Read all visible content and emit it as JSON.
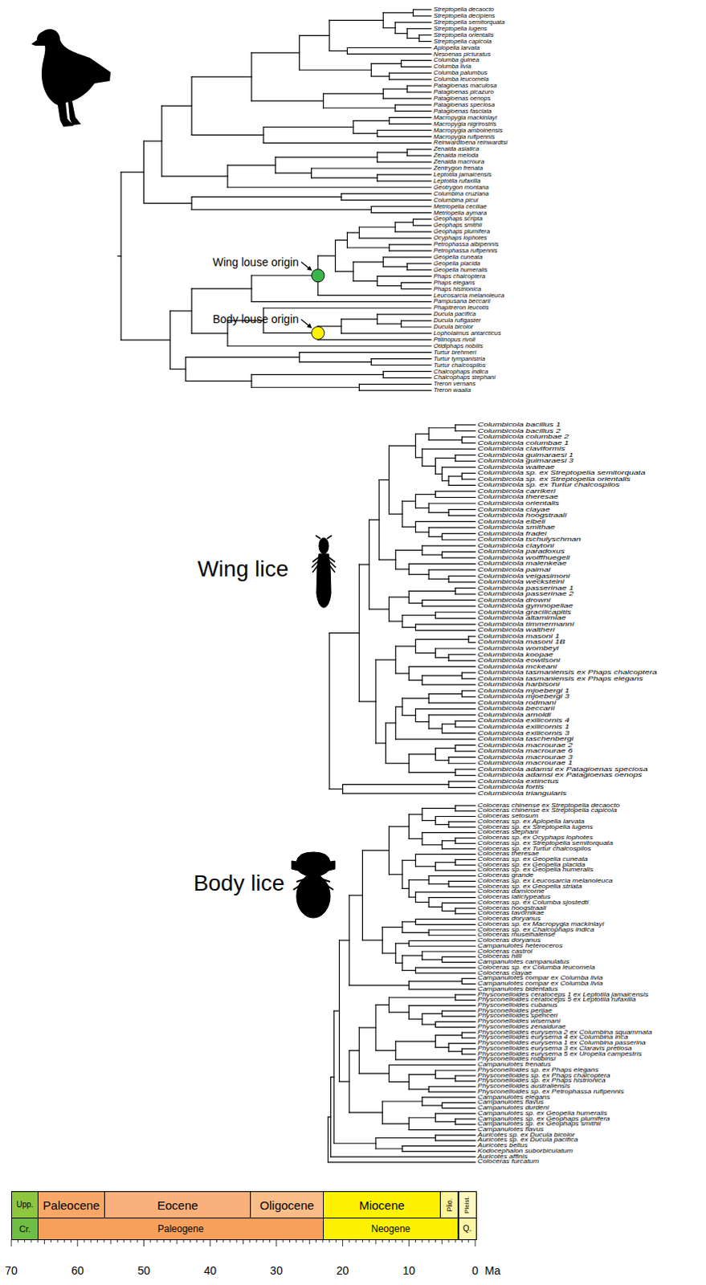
{
  "diagram": {
    "nodes": [
      {
        "text": [
          "Upp."
        ]
      },
      {
        "text": [
          "Paleocene"
        ]
      },
      {
        "text": [
          "Eocene"
        ]
      },
      {
        "text": [
          "Oligocene"
        ]
      },
      {
        "text": [
          "Miocene"
        ]
      },
      {
        "text": [
          "Plio."
        ]
      },
      {
        "text": [
          "Pleist."
        ]
      },
      {
        "text": [
          "Cr."
        ]
      },
      {
        "text": [
          "Paleogene"
        ]
      },
      {
        "text": [
          "Neogene"
        ]
      },
      {
        "text": [
          "Q."
        ]
      }
    ],
    "labels": [
      "Wing louse origin",
      "Body louse origin",
      "Streptopelia decaocto",
      "Streptopelia decipiens",
      "Streptopelia semitorquata",
      "Streptopelia lugens",
      "Streptopelia orientalis",
      "Streptopelia capicola",
      "Aplopelia larvata",
      "Nesoenas picturatus",
      "Columba guinea",
      "Columba livia",
      "Columba palumbus",
      "Columba leucomela",
      "Patagioenas maculosa",
      "Patagioenas picazuro",
      "Patagioenas oenops",
      "Patagioenas speciosa",
      "Patagioenas fasciata",
      "Macropygia mackinlayi",
      "Macropygia nigrirostris",
      "Macropygia amboinensis",
      "Macropygia rufipennis",
      "Reinwardtoena reinwardtsi",
      "Zenaida asiatica",
      "Zenaida meloda",
      "Zenaida macroura",
      "Zentrygon frenata",
      "Leptotila jamaicensis",
      "Leptotila rufaxilla",
      "Geotrygon montana",
      "Columbina cruziana",
      "Columbina picui",
      "Metriopelia ceciliae",
      "Metriopelia aymara",
      "Geophaps scripta",
      "Geophaps smithii",
      "Geophaps plumifera",
      "Ocyphaps lophotes",
      "Petrophassa albipennis",
      "Petrophassa rufipennis",
      "Geopelia cuneata",
      "Geopelia placida",
      "Geopelia humeralis",
      "Phaps chalcoptera",
      "Phaps elegans",
      "Phaps histrionica",
      "Leucosarcia melanoleuca",
      "Pampusana beccarii",
      "Phapitreron leucotis",
      "Ducula pacifica",
      "Ducula rufigaster",
      "Ducula bicolor",
      "Lopholaimus antarcticus",
      "Ptilinopus rivoli",
      "Otidiphaps nobilis",
      "Turtur brehmeri",
      "Turtur tympanistria",
      "Turtur chalcospilos",
      "Chalcophaps indica",
      "Chalcophaps stephani",
      "Treron vernans",
      "Treron waalia",
      "Wing lice",
      "Columbicola bacillus 1",
      "Columbicola bacillus 2",
      "Columbicola columbae 2",
      "Columbicola columbae 1",
      "Columbicola claviformis",
      "Columbicola guimaraesi 1",
      "Columbicola guimaraesi 3",
      "Columbicola waiteae",
      "Columbicola sp. ex Streptopelia semitorquata",
      "Columbicola sp. ex Streptopelia orientalis",
      "Columbicola sp. ex Turtur chalcospilos",
      "Columbicola carrikeri",
      "Columbicola theresae",
      "Columbicola orientalis",
      "Columbicola clayae",
      "Columbicola hoogstraali",
      "Columbicola elbeli",
      "Columbicola smithae",
      "Columbicola fradei",
      "Columbicola tschulyschman",
      "Columbicola claytoni",
      "Columbicola paradoxus",
      "Columbicola wolffhuegeli",
      "Columbicola malenkeae",
      "Columbicola paimai",
      "Columbicola veigasimoni",
      "Columbicola wecksteini",
      "Columbicola passerinae 1",
      "Columbicola passerinae 2",
      "Columbicola drowni",
      "Columbicola gymnopeliae",
      "Columbicola gracilicapitis",
      "Columbicola altamimiae",
      "Columbicola timmermanni",
      "Columbicola waltheri",
      "Columbicola masoni 1",
      "Columbicola masoni 1B",
      "Columbicola wombeyi",
      "Columbicola koopae",
      "Columbicola eowilsoni",
      "Columbicola mckeani",
      "Columbicola tasmaniensis ex Phaps chalcoptera",
      "Columbicola tasmaniensis ex Phaps elegans",
      "Columbicola harbisoni",
      "Columbicola mjoebergi 1",
      "Columbicola mjoebergi 3",
      "Columbicola rodmani",
      "Columbicola beccarii",
      "Columbicola arnoldi",
      "Columbicola exilicornis 4",
      "Columbicola exilicornis 1",
      "Columbicola exilicornis 3",
      "Columbicola taschenbergi",
      "Columbicola macrourae 2",
      "Columbicola macrourae 6",
      "Columbicola macrourae 3",
      "Columbicola macrourae 1",
      "Columbicola adamsi ex Patagioenas speciosa",
      "Columbicola adamsi ex Patagioenas oenops",
      "Columbicola extinctus",
      "Columbicola fortis",
      "Columbicola triangularis",
      "Body lice",
      "Coloceras chinense ex Streptopelia decaocto",
      "Coloceras chinense ex Streptopelia capicola",
      "Coloceras setosum",
      "Coloceras sp. ex Aplopelia larvata",
      "Coloceras sp. ex Streptopelia lugens",
      "Coloceras stephani",
      "Coloceras sp. ex Ocyphaps lophotes",
      "Coloceras sp. ex Streptopelia semitorquata",
      "Coloceras sp. ex Turtur chalcospilos",
      "Coloceras theresae",
      "Coloceras sp. ex Geopelia cuneata",
      "Coloceras sp. ex Geopelia placida",
      "Coloceras sp. ex Geopelia humeralis",
      "Coloceras grande",
      "Coloceras sp. ex Leucosarcia melanoleuca",
      "Coloceras sp. ex Geopelia striata",
      "Coloceras damicorne",
      "Coloceras laticlypeatus",
      "Coloceras sp. ex Columba sjostedti",
      "Coloceras hoogstraali",
      "Coloceras tavornikae",
      "Coloceras doryanus",
      "Coloceras sp. ex Macropygia mackinlayi",
      "Coloceras sp. ex Chalcophaps indica",
      "Coloceras museihalense",
      "Coloceras doryanus",
      "Campanulotes heteroceros",
      "Coloceras castroi",
      "Coloceras hilli",
      "Campanulotes campanulatus",
      "Coloceras sp. ex Columba leucomela",
      "Coloceras clayae",
      "Campanulotes compar ex Columba livia",
      "Campanulotes compar ex Columba livia",
      "Campanulotes bidentatus",
      "Physconelloides ceratoceps 1 ex Leptotila jamaicensis",
      "Physconelloides ceratoceps 5 ex Leptotila rufaxilla",
      "Physconelloides cubanus",
      "Physconelloides perijae",
      "Physconelloides spenceri",
      "Physconelloides wisemani",
      "Physconelloides zenaidurae",
      "Physconelloides eurysema 2 ex Columbina squammata",
      "Physconelloides eurysema 4 ex Columbina inca",
      "Physconelloides eurysema 1 ex Columbina passerina",
      "Physconelloides eurysema 3 ex Claravis pretiosa",
      "Physconelloides eurysema 5 ex Uropelia campestris",
      "Physconelloides robbinsi",
      "Campanulotes frenatus",
      "Physconelloides sp. ex Phaps elegans",
      "Physconelloides sp. ex Phaps chalcoptera",
      "Physconelloides sp. ex Phaps histrionica",
      "Physconelloides australiensis",
      "Physconelloides sp. ex Petrophassa rufipennis",
      "Campanulotes elegans",
      "Campanulotes flavus",
      "Campanulotes durdeni",
      "Campanulotes sp. ex Geopelia humeralis",
      "Campanulotes sp. ex Geophaps plumifera",
      "Campanulotes sp. ex Geophaps smithii",
      "Campanulotes flavus",
      "Auricotes sp. ex Ducula bicolor",
      "Auricotes sp. ex Ducula pacifica",
      "Auricotes bellus",
      "Kodocephalon suborbiculatum",
      "Auricotes affinis",
      "Coloceras furcatum",
      "70",
      "60",
      "50",
      "40",
      "30",
      "20",
      "10",
      "0",
      "Ma"
    ]
  }
}
